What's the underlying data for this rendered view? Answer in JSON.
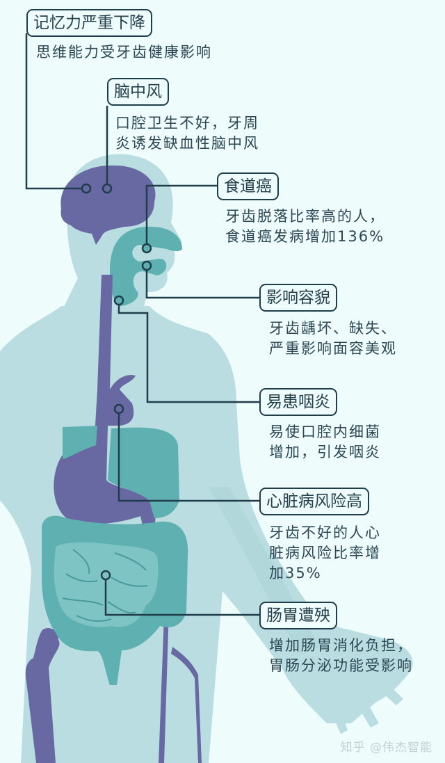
{
  "colors": {
    "background": "#eefcfc",
    "body_silhouette": "#b9dde0",
    "organ_purple": "#6868a3",
    "organ_teal": "#5fb0b0",
    "organ_teal_light": "#7ec4c4",
    "connector": "#1f3d4a",
    "text": "#24404c"
  },
  "callouts": [
    {
      "id": "memory",
      "title": "记忆力严重下降",
      "lines": [
        "思维能力受牙齿健康影响"
      ]
    },
    {
      "id": "stroke",
      "title": "脑中风",
      "lines": [
        "口腔卫生不好，牙周",
        "炎诱发缺血性脑中风"
      ]
    },
    {
      "id": "esophageal-cancer",
      "title": "食道癌",
      "lines": [
        "牙齿脱落比率高的人，",
        "食道癌发病增加136%"
      ]
    },
    {
      "id": "appearance",
      "title": "影响容貌",
      "lines": [
        "牙齿龋坏、缺失、",
        "严重影响面容美观"
      ]
    },
    {
      "id": "pharyngitis",
      "title": "易患咽炎",
      "lines": [
        "易使口腔内细菌",
        "增加，引发咽炎"
      ]
    },
    {
      "id": "heart-disease",
      "title": "心脏病风险高",
      "lines": [
        "牙齿不好的人心",
        "脏病风险比率增",
        "加35%"
      ]
    },
    {
      "id": "gastrointestinal",
      "title": "肠胃遭殃",
      "lines": [
        "增加肠胃消化负担，",
        "胃肠分泌功能受影响"
      ]
    }
  ],
  "watermark": "知乎 @伟杰智能"
}
